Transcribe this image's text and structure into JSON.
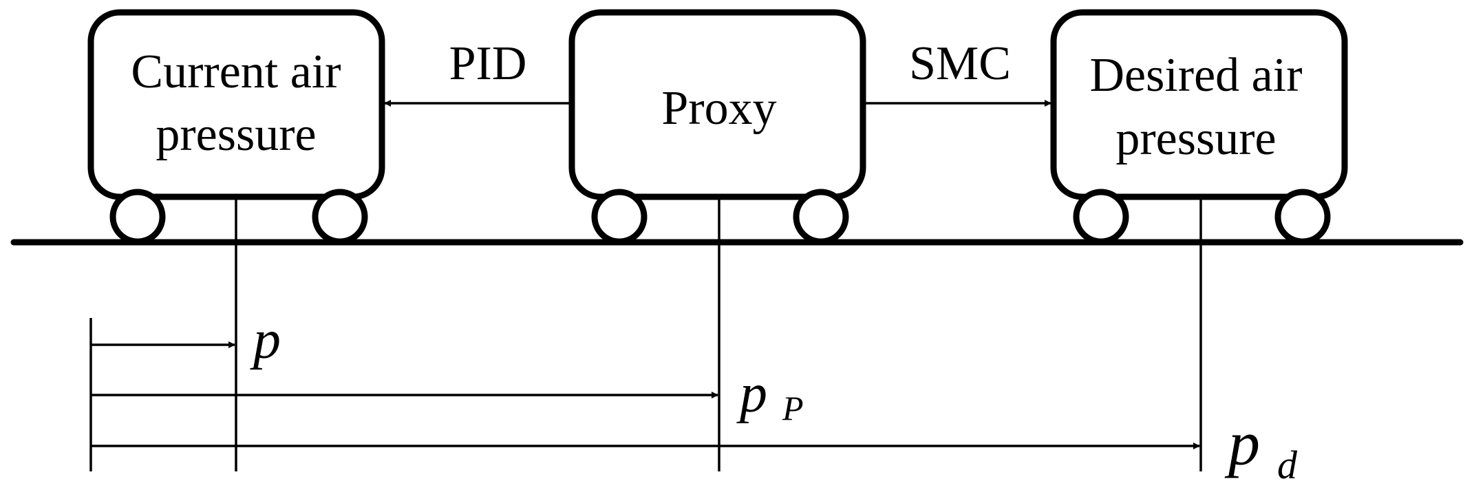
{
  "carts": {
    "current": {
      "line1": "Current air",
      "line2": "pressure"
    },
    "proxy": {
      "line1": "Proxy"
    },
    "desired": {
      "line1": "Desired air",
      "line2": "pressure"
    }
  },
  "links": {
    "pid": "PID",
    "smc": "SMC"
  },
  "variables": {
    "p": {
      "symbol": "p"
    },
    "pp": {
      "symbol": "p",
      "subscript": "P"
    },
    "pd": {
      "symbol": "p",
      "subscript": "d"
    }
  },
  "colors": {
    "stroke": "#000000",
    "background": "#ffffff"
  }
}
